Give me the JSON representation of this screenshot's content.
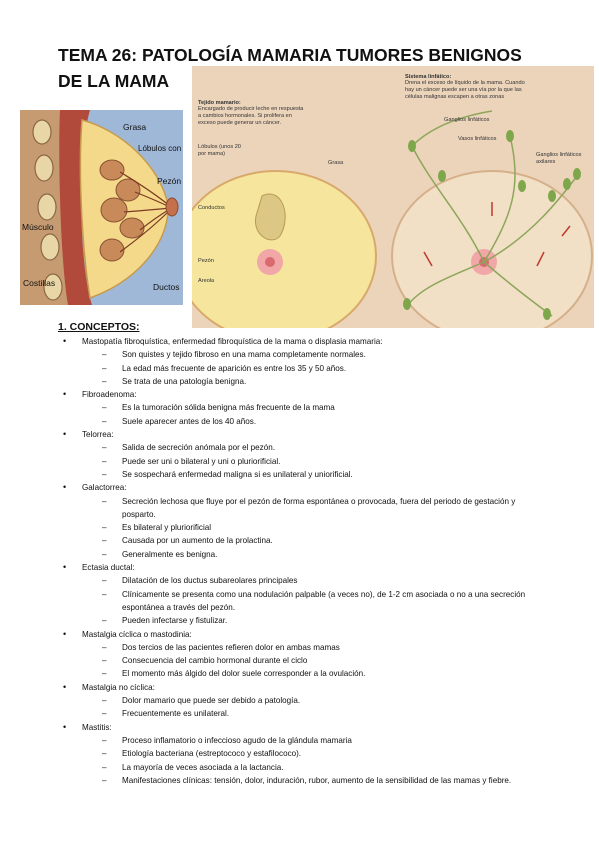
{
  "title": "TEMA 26: PATOLOGÍA MAMARIA TUMORES BENIGNOS DE LA MAMA",
  "figure_left": {
    "labels": {
      "grasa": "Grasa",
      "lobulos": "Lóbulos con los alveolos",
      "pezon": "Pezón",
      "musculo": "Músculo",
      "costillas": "Costillas",
      "ductos": "Ductos"
    }
  },
  "figure_right": {
    "labels": {
      "tejido_title": "Tejido mamario:",
      "tejido_text": "Encargado de producir leche en respuesta a cambios hormonales. Si prolifera en exceso puede generar un cáncer.",
      "lobulos": "Lóbulos (unos 20 por mama)",
      "grasa": "Grasa",
      "conductos": "Conductos",
      "pezon": "Pezón",
      "areola": "Areola",
      "sistema_title": "Sistema linfático:",
      "sistema_text": "Drena el exceso de líquido de la mama. Cuando hay un cáncer puede ser una vía por la que las células malignas escapen a otras zonas",
      "ganglios": "Ganglios linfáticos",
      "vasos": "Vasos linfáticos",
      "ganglios_axilares": "Ganglios linfáticos axilares"
    }
  },
  "section_title": "1. CONCEPTOS:",
  "concepts": [
    {
      "heading": "Mastopatía fibroquística, enfermedad fibroquística de la mama o displasia mamaria:",
      "items": [
        "Son quistes y tejido fibroso en una mama completamente normales.",
        "La edad más frecuente de aparición es entre los 35 y 50 años.",
        "Se trata de una patología benigna."
      ]
    },
    {
      "heading": "Fibroadenoma:",
      "items": [
        "Es la tumoración sólida benigna más frecuente de la mama",
        "Suele aparecer antes de los 40 años."
      ]
    },
    {
      "heading": "Telorrea:",
      "items": [
        "Salida de secreción anómala por el pezón.",
        "Puede ser uni o bilateral y uni o pluriorificial.",
        "Se sospechará enfermedad maligna si es unilateral y uniorificial."
      ]
    },
    {
      "heading": "Galactorrea:",
      "items": [
        "Secreción lechosa que fluye por el pezón de forma espontánea o provocada, fuera del periodo de gestación y posparto.",
        "Es bilateral y pluriorificial",
        "Causada por un aumento de la prolactina.",
        "Generalmente es benigna."
      ]
    },
    {
      "heading": "Ectasia ductal:",
      "items": [
        "Dilatación de los ductus subareolares principales",
        "Clínicamente se presenta como una nodulación palpable (a veces no), de 1-2 cm asociada o no a una secreción espontánea a través del pezón.",
        "Pueden infectarse y fistulizar."
      ]
    },
    {
      "heading": "Mastalgia cíclica o mastodinia:",
      "items": [
        "Dos tercios de las pacientes refieren dolor en ambas mamas",
        "Consecuencia del cambio hormonal durante el ciclo",
        "El momento más álgido del dolor suele corresponder a la ovulación."
      ]
    },
    {
      "heading": "Mastalgia no cíclica:",
      "items": [
        "Dolor mamario que puede ser debido a patología.",
        "Frecuentemente es unilateral."
      ]
    },
    {
      "heading": "Mastitis:",
      "items": [
        "Proceso inflamatorio o infeccioso agudo de la glándula mamaria",
        "Etiología bacteriana (estreptococo y estafilococo).",
        "La mayoría de veces asociada a la lactancia.",
        "Manifestaciones clínicas: tensión, dolor, induración, rubor, aumento de la sensibilidad de las mamas y fiebre."
      ]
    }
  ]
}
